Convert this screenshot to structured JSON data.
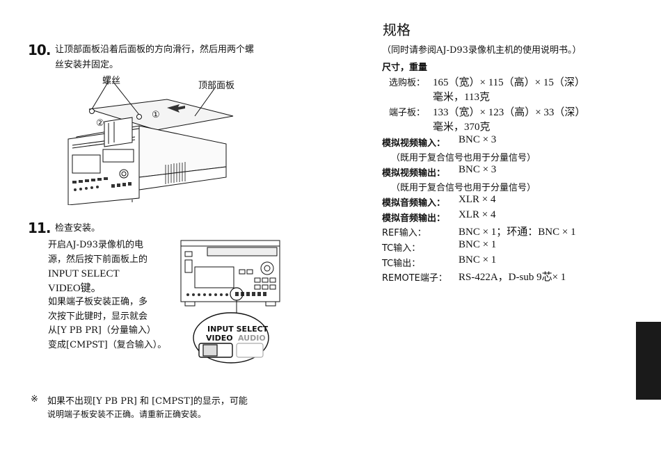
{
  "left": {
    "step10": {
      "num": "10.",
      "line1": "让顶部面板沿着后面板的方向滑行，然后用两个螺",
      "line2": "丝安装并固定。",
      "callout_screws": "螺丝",
      "callout_top_panel": "顶部面板",
      "marker1": "①",
      "marker2": "②"
    },
    "step11": {
      "num": "11.",
      "title": "检查安装。",
      "para": [
        "开启AJ-D93录像机的电",
        "源，然后按下前面板上的",
        "INPUT SELECT",
        "VIDEO键。",
        "如果端子板安装正确，多",
        "次按下此键时，显示就会",
        "从[Y PB PR]（分量输入）",
        "变成[CMPST]（复合输入）。"
      ],
      "panel_title": "INPUT SELECT",
      "panel_video": "VIDEO",
      "panel_audio": "AUDIO"
    },
    "note": {
      "mark": "※",
      "line1": "如果不出现[Y PB PR] 和 [CMPST]的显示，可能",
      "line2": "说明端子板安装不正确。请重新正确安装。"
    }
  },
  "right": {
    "title": "规格",
    "subtitle": "（同时请参阅AJ-D93录像机主机的使用说明书。）",
    "dim_heading": "尺寸，重量",
    "opt_label": "选购板：",
    "opt_val": "165（宽）× 115（高）× 15（深）",
    "opt_val2": "毫米，113克",
    "term_label": "端子板：",
    "term_val": "133（宽）× 123（高）× 33（深）",
    "term_val2": "毫米，370克",
    "rows": [
      {
        "label": "模拟视频输入：",
        "value": "BNC × 3",
        "note": "（既用于复合信号也用于分量信号）"
      },
      {
        "label": "模拟视频输出：",
        "value": "BNC × 3",
        "note": "（既用于复合信号也用于分量信号）"
      },
      {
        "label": "模拟音频输入：",
        "value": "XLR × 4"
      },
      {
        "label": "模拟音频输出：",
        "value": "XLR × 4"
      },
      {
        "label": "REF输入：",
        "value": "BNC × 1；环通：BNC × 1"
      },
      {
        "label": "TC输入：",
        "value": "BNC × 1"
      },
      {
        "label": "TC输出：",
        "value": "BNC × 1"
      },
      {
        "label": "REMOTE端子：",
        "value": "RS-422A，D-sub 9芯× 1"
      }
    ]
  }
}
